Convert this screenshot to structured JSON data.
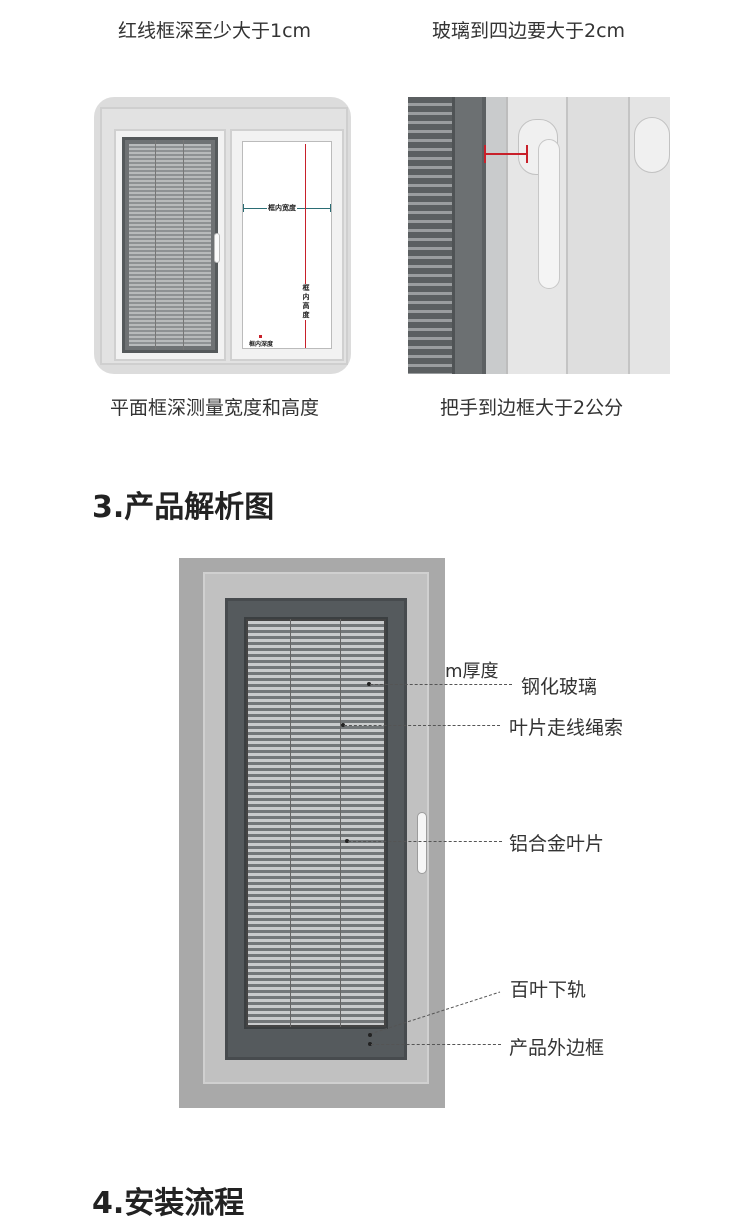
{
  "captions": {
    "top_left": "红线框深至少大于1cm",
    "top_right": "玻璃到四边要大于2cm",
    "mid_left": "平面框深测量宽度和高度",
    "mid_right": "把手到边框大于2公分"
  },
  "left_photo": {
    "width_label": "框内宽度",
    "height_label_chars": [
      "框",
      "内",
      "高",
      "度"
    ],
    "depth_label": "框内深度"
  },
  "section3": {
    "title": "3.产品解析图",
    "truncated_label": "m厚度",
    "labels": {
      "glass": "钢化玻璃",
      "cord": "叶片走线绳索",
      "slat": "铝合金叶片",
      "bottom_rail": "百叶下轨",
      "outer_frame": "产品外边框"
    }
  },
  "section4": {
    "title": "4.安装流程"
  },
  "colors": {
    "measure_red": "#c8202a",
    "measure_teal": "#2b6d74"
  }
}
